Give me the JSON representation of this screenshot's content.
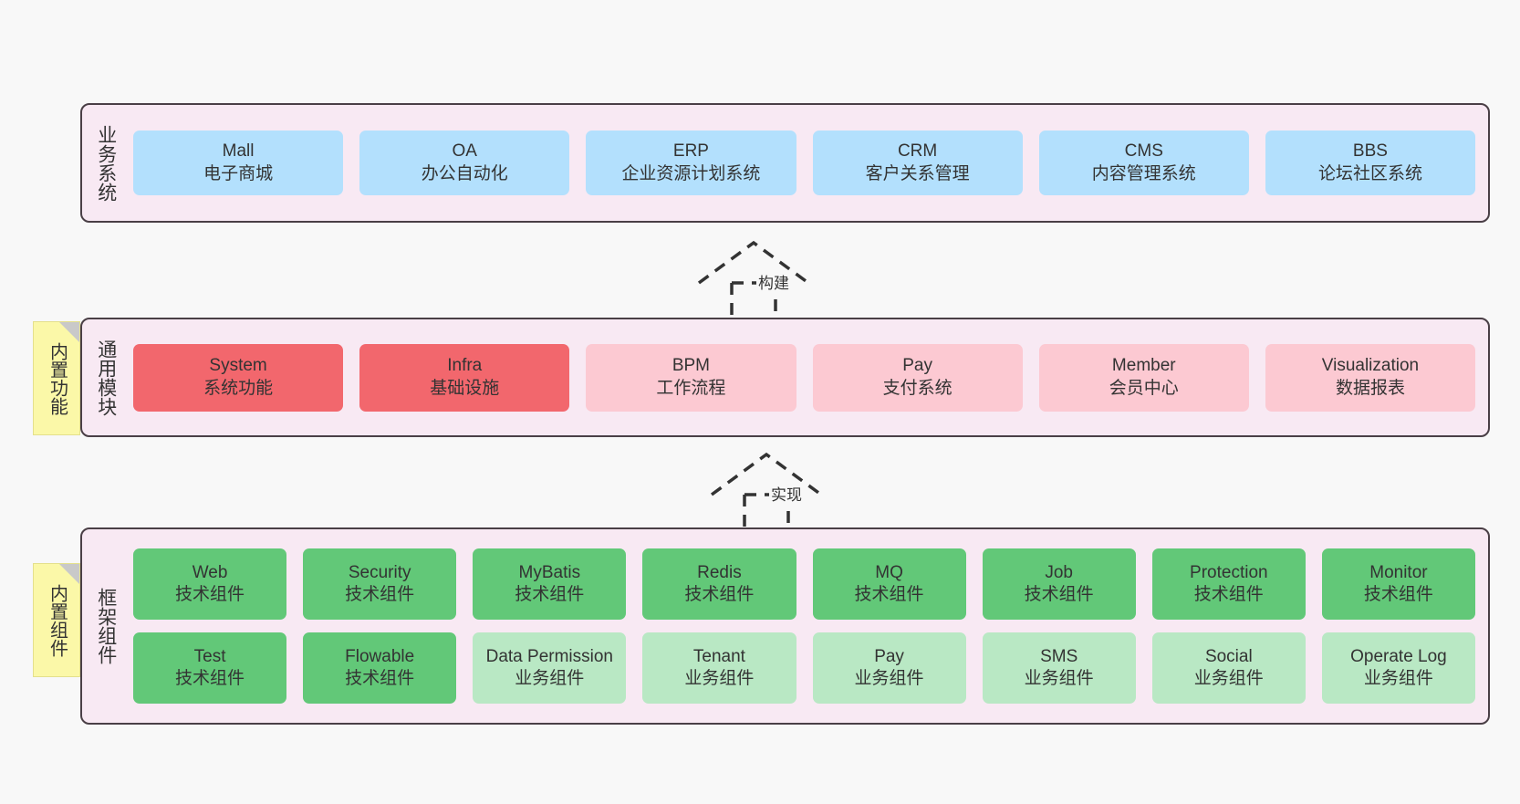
{
  "diagram": {
    "layers": [
      {
        "id": "business",
        "title": "业务系统",
        "rows": [
          {
            "nodes": [
              {
                "title": "Mall",
                "sub": "电子商城",
                "color": "blue"
              },
              {
                "title": "OA",
                "sub": "办公自动化",
                "color": "blue"
              },
              {
                "title": "ERP",
                "sub": "企业资源计划系统",
                "color": "blue"
              },
              {
                "title": "CRM",
                "sub": "客户关系管理",
                "color": "blue"
              },
              {
                "title": "CMS",
                "sub": "内容管理系统",
                "color": "blue"
              },
              {
                "title": "BBS",
                "sub": "论坛社区系统",
                "color": "blue"
              }
            ]
          }
        ]
      },
      {
        "id": "common",
        "title": "通用模块",
        "rows": [
          {
            "nodes": [
              {
                "title": "System",
                "sub": "系统功能",
                "color": "red"
              },
              {
                "title": "Infra",
                "sub": "基础设施",
                "color": "red"
              },
              {
                "title": "BPM",
                "sub": "工作流程",
                "color": "pink"
              },
              {
                "title": "Pay",
                "sub": "支付系统",
                "color": "pink"
              },
              {
                "title": "Member",
                "sub": "会员中心",
                "color": "pink"
              },
              {
                "title": "Visualization",
                "sub": "数据报表",
                "color": "pink"
              }
            ]
          }
        ]
      },
      {
        "id": "framework",
        "title": "框架组件",
        "rows": [
          {
            "nodes": [
              {
                "title": "Web",
                "sub": "技术组件",
                "color": "green"
              },
              {
                "title": "Security",
                "sub": "技术组件",
                "color": "green"
              },
              {
                "title": "MyBatis",
                "sub": "技术组件",
                "color": "green"
              },
              {
                "title": "Redis",
                "sub": "技术组件",
                "color": "green"
              },
              {
                "title": "MQ",
                "sub": "技术组件",
                "color": "green"
              },
              {
                "title": "Job",
                "sub": "技术组件",
                "color": "green"
              },
              {
                "title": "Protection",
                "sub": "技术组件",
                "color": "green"
              },
              {
                "title": "Monitor",
                "sub": "技术组件",
                "color": "green"
              }
            ]
          },
          {
            "nodes": [
              {
                "title": "Test",
                "sub": "技术组件",
                "color": "green"
              },
              {
                "title": "Flowable",
                "sub": "技术组件",
                "color": "green"
              },
              {
                "title": "Data Permission",
                "sub": "业务组件",
                "color": "lightgreen",
                "wrap": true
              },
              {
                "title": "Tenant",
                "sub": "业务组件",
                "color": "lightgreen"
              },
              {
                "title": "Pay",
                "sub": "业务组件",
                "color": "lightgreen"
              },
              {
                "title": "SMS",
                "sub": "业务组件",
                "color": "lightgreen"
              },
              {
                "title": "Social",
                "sub": "业务组件",
                "color": "lightgreen"
              },
              {
                "title": "Operate Log",
                "sub": "业务组件",
                "color": "lightgreen"
              }
            ]
          }
        ]
      }
    ],
    "notes": [
      {
        "id": "builtin-func",
        "text": "内置功能"
      },
      {
        "id": "builtin-comp",
        "text": "内置组件"
      }
    ],
    "relations": [
      {
        "id": "build",
        "label": "构建"
      },
      {
        "id": "implement",
        "label": "实现"
      }
    ],
    "colors": {
      "panel_bg": "#f8e9f3",
      "panel_border": "#4a3f46",
      "blue": "#b3e0fd",
      "red": "#f2676d",
      "pink": "#fcc9d2",
      "green": "#62c878",
      "lightgreen": "#b9e8c4",
      "note_bg": "#fbf8a8",
      "canvas_bg": "#f8f8f8"
    }
  }
}
